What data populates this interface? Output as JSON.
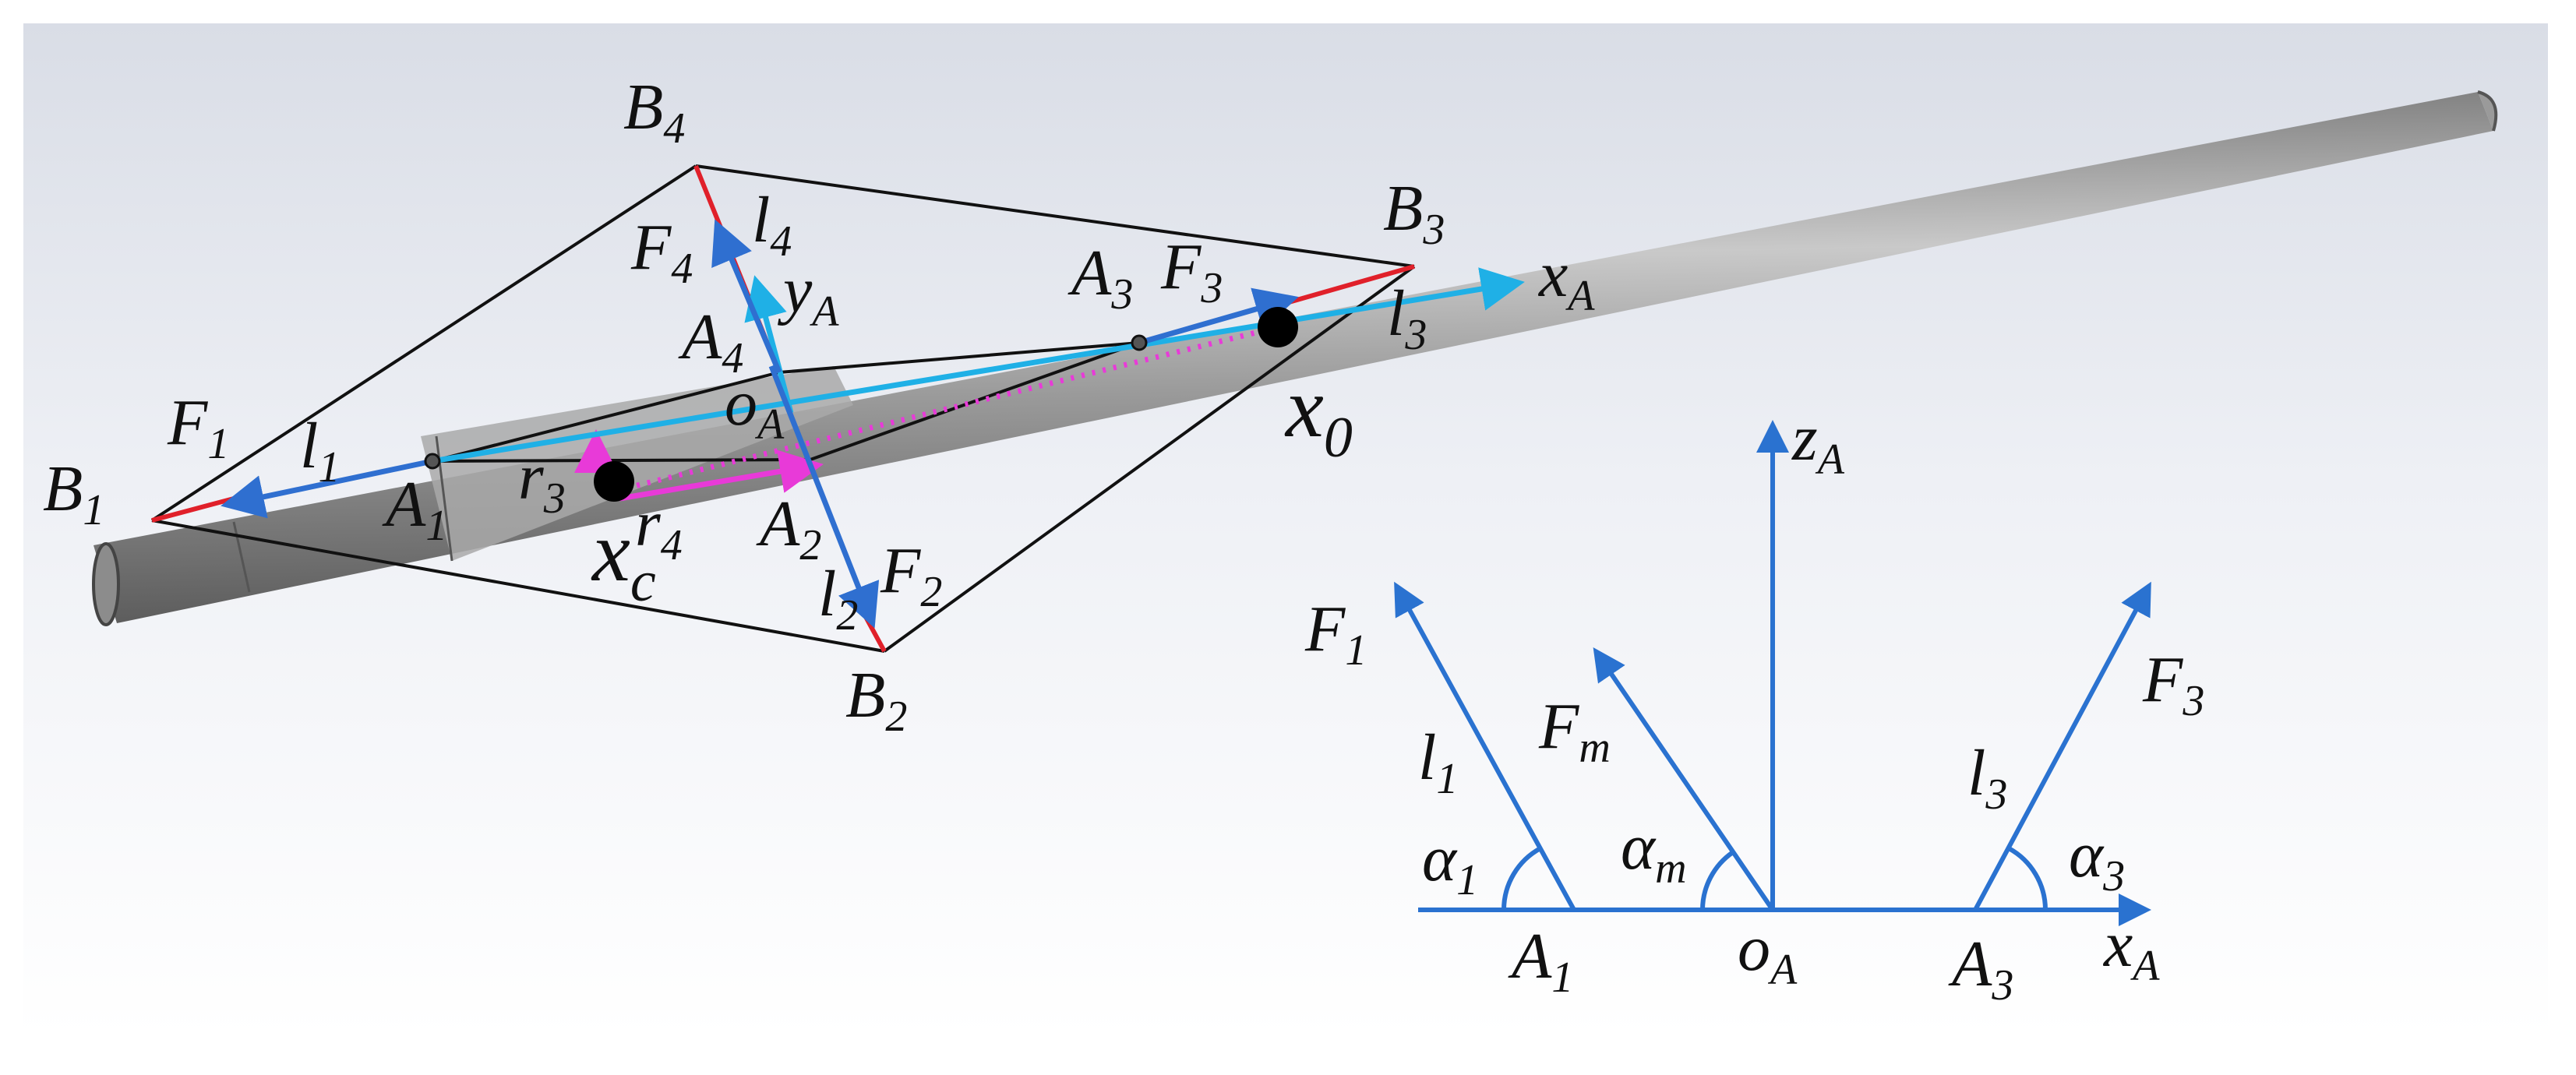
{
  "colors": {
    "cyan": "#1fb0e6",
    "blue": "#2f6fd0",
    "diagram_blue": "#2a72d0",
    "red": "#e0202a",
    "magenta": "#e83ad8",
    "black": "#111111",
    "pipe_dark": "#7a7a7a",
    "pipe_light": "#cfcfcf"
  },
  "labels_3d": {
    "B1": {
      "base": "B",
      "sub": "1"
    },
    "B2": {
      "base": "B",
      "sub": "2"
    },
    "B3": {
      "base": "B",
      "sub": "3"
    },
    "B4": {
      "base": "B",
      "sub": "4"
    },
    "A1": {
      "base": "A",
      "sub": "1"
    },
    "A2": {
      "base": "A",
      "sub": "2"
    },
    "A3": {
      "base": "A",
      "sub": "3"
    },
    "A4": {
      "base": "A",
      "sub": "4"
    },
    "F1": {
      "base": "F",
      "sub": "1"
    },
    "F2": {
      "base": "F",
      "sub": "2"
    },
    "F3": {
      "base": "F",
      "sub": "3"
    },
    "F4": {
      "base": "F",
      "sub": "4"
    },
    "l1": {
      "base": "l",
      "sub": "1"
    },
    "l2": {
      "base": "l",
      "sub": "2"
    },
    "l3": {
      "base": "l",
      "sub": "3"
    },
    "l4": {
      "base": "l",
      "sub": "4"
    },
    "r3": {
      "base": "r",
      "sub": "3"
    },
    "r4": {
      "base": "r",
      "sub": "4"
    },
    "oA": {
      "base": "o",
      "sub": "A"
    },
    "xA": {
      "base": "x",
      "sub": "A"
    },
    "yA": {
      "base": "y",
      "sub": "A"
    },
    "xc": {
      "base": "x",
      "sub": "c"
    },
    "x0": {
      "base": "x",
      "sub": "0"
    }
  },
  "labels_2d": {
    "zA": {
      "base": "z",
      "sub": "A"
    },
    "F1": {
      "base": "F",
      "sub": "1"
    },
    "Fm": {
      "base": "F",
      "sub": "m"
    },
    "F3": {
      "base": "F",
      "sub": "3"
    },
    "l1": {
      "base": "l",
      "sub": "1"
    },
    "l3": {
      "base": "l",
      "sub": "3"
    },
    "alpha1": {
      "base": "α",
      "sub": "1"
    },
    "alpham": {
      "base": "α",
      "sub": "m"
    },
    "alpha3": {
      "base": "α",
      "sub": "3"
    },
    "A1": {
      "base": "A",
      "sub": "1"
    },
    "oA": {
      "base": "o",
      "sub": "A"
    },
    "A3": {
      "base": "A",
      "sub": "3"
    },
    "xA": {
      "base": "x",
      "sub": "A"
    }
  }
}
